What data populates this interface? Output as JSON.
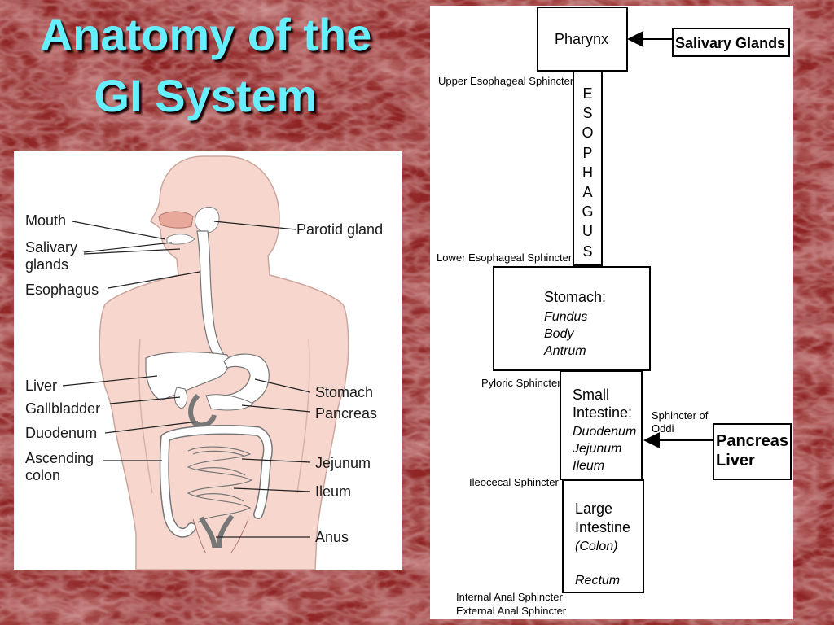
{
  "title": {
    "line1": "Anatomy of the",
    "line2": "GI System"
  },
  "colors": {
    "background": "#8e2424",
    "title": "#66f0ff",
    "skin": "#f7d6cd",
    "organ": "#ffffff"
  },
  "anatomy_labels": {
    "mouth": "Mouth",
    "salivary": [
      "Salivary",
      "glands"
    ],
    "esophagus": "Esophagus",
    "liver": "Liver",
    "gallbladder": "Gallbladder",
    "duodenum": "Duodenum",
    "ascending": [
      "Ascending",
      "colon"
    ],
    "parotid": "Parotid gland",
    "stomach": "Stomach",
    "pancreas": "Pancreas",
    "jejunum": "Jejunum",
    "ileum": "Ileum",
    "anus": "Anus"
  },
  "flowchart": {
    "pharynx": "Pharynx",
    "salivary_glands": "Salivary Glands",
    "upper_sphincter": "Upper Esophageal Sphincter",
    "esophagus_letters": [
      "E",
      "S",
      "O",
      "P",
      "H",
      "A",
      "G",
      "U",
      "S"
    ],
    "lower_sphincter": "Lower Esophageal Sphincter",
    "stomach": {
      "heading": "Stomach:",
      "parts": [
        "Fundus",
        "Body",
        "Antrum"
      ]
    },
    "pyloric": "Pyloric Sphincter",
    "small_intestine": {
      "heading": [
        "Small",
        "Intestine:"
      ],
      "parts": [
        "Duodenum",
        "Jejunum",
        "Ileum"
      ]
    },
    "oddi": [
      "Sphincter of",
      "Oddi"
    ],
    "pancreas_liver": [
      "Pancreas",
      "Liver"
    ],
    "ileocecal": "Ileocecal Sphincter",
    "large_intestine": {
      "heading": [
        "Large",
        "Intestine"
      ],
      "colon": "(Colon)",
      "rectum": "Rectum"
    },
    "anal_sphincters": [
      "Internal Anal Sphincter",
      "External Anal Sphincter"
    ]
  }
}
